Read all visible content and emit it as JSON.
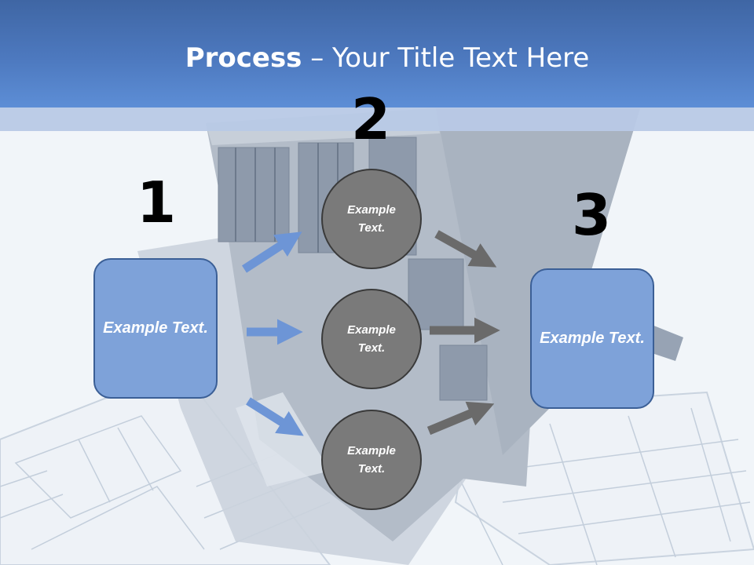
{
  "title": {
    "bold": "Process",
    "rest": " – Your Title Text Here"
  },
  "steps": [
    {
      "number": "1",
      "text": "Example Text."
    },
    {
      "number": "2",
      "items": [
        "Example Text.",
        "Example Text.",
        "Example Text."
      ]
    },
    {
      "number": "3",
      "text": "Example Text."
    }
  ],
  "colors": {
    "header": "#4d79bf",
    "box_fill": "#7ea2d9",
    "circle_fill": "#7a7a7a",
    "arrow_blue": "#6d95d6",
    "arrow_gray": "#6a6a6a"
  }
}
